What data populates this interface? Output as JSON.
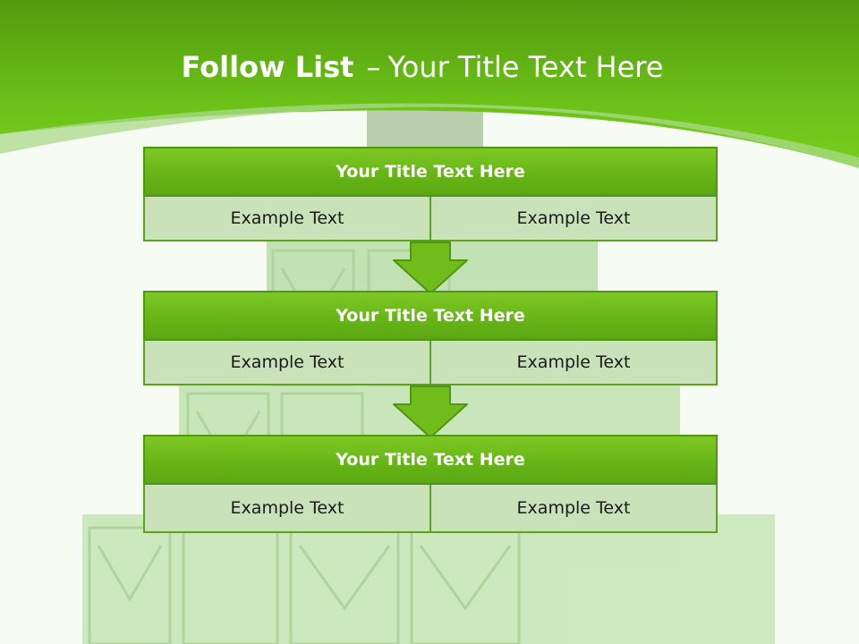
{
  "header": {
    "title_bold": "Follow List",
    "title_dash": "–",
    "title_rest": "Your Title Text Here"
  },
  "colors": {
    "banner_green": "#6fc617",
    "block_title_green": "#67b617",
    "cell_light_green": "#c9e2ba",
    "arrow_green": "#6fbc1a"
  },
  "steps": [
    {
      "title": "Your Title Text Here",
      "left": "Example Text",
      "right": "Example Text"
    },
    {
      "title": "Your Title Text Here",
      "left": "Example Text",
      "right": "Example Text"
    },
    {
      "title": "Your Title Text Here",
      "left": "Example Text",
      "right": "Example Text"
    }
  ],
  "connectors": [
    "down-arrow-icon",
    "down-arrow-icon"
  ]
}
